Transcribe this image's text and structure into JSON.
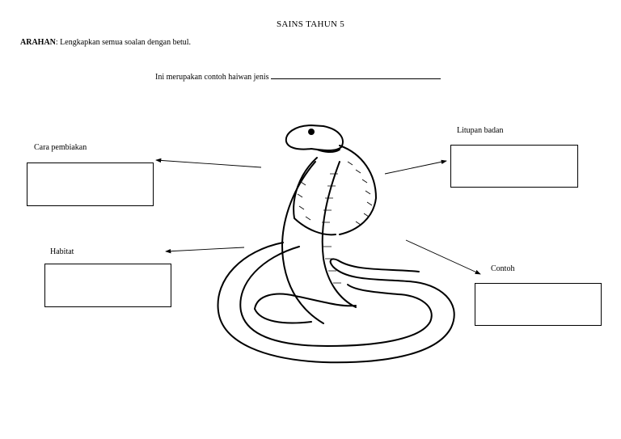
{
  "title": "SAINS TAHUN 5",
  "instruction": {
    "prefix": "ARAHAN",
    "text": ": Lengkapkan semua soalan dengan betul."
  },
  "question": "Ini merupakan contoh haiwan jenis",
  "labels": {
    "reproduction": "Cara pembiakan",
    "body_cover": "Litupan badan",
    "habitat": "Habitat",
    "example": "Contoh"
  }
}
